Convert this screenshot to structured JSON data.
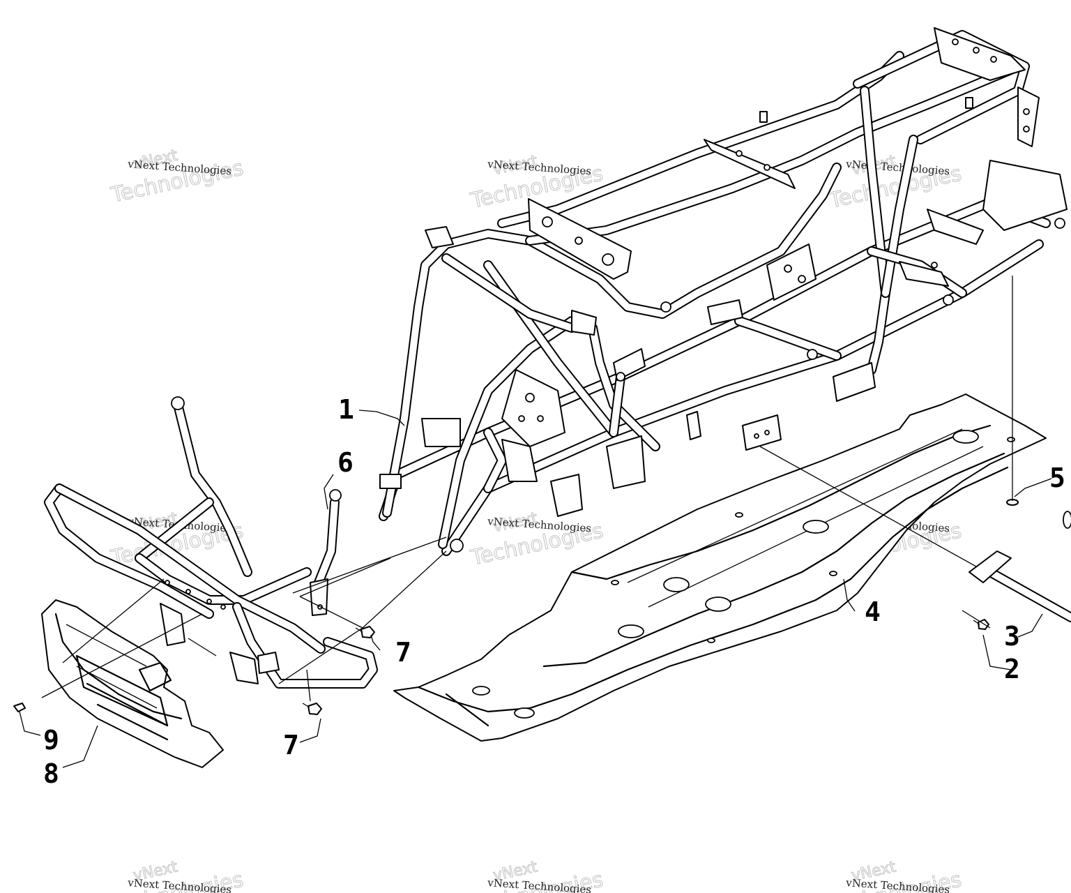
{
  "diagram": {
    "callouts": [
      {
        "id": "callout-1",
        "label": "1"
      },
      {
        "id": "callout-2",
        "label": "2"
      },
      {
        "id": "callout-3",
        "label": "3"
      },
      {
        "id": "callout-4",
        "label": "4"
      },
      {
        "id": "callout-5",
        "label": "5"
      },
      {
        "id": "callout-6",
        "label": "6"
      },
      {
        "id": "callout-7a",
        "label": "7"
      },
      {
        "id": "callout-7b",
        "label": "7"
      },
      {
        "id": "callout-8",
        "label": "8"
      },
      {
        "id": "callout-9",
        "label": "9"
      }
    ],
    "watermark": {
      "line0": "vNext",
      "line1": "vNext Technologies",
      "line2": "Technologies"
    }
  }
}
